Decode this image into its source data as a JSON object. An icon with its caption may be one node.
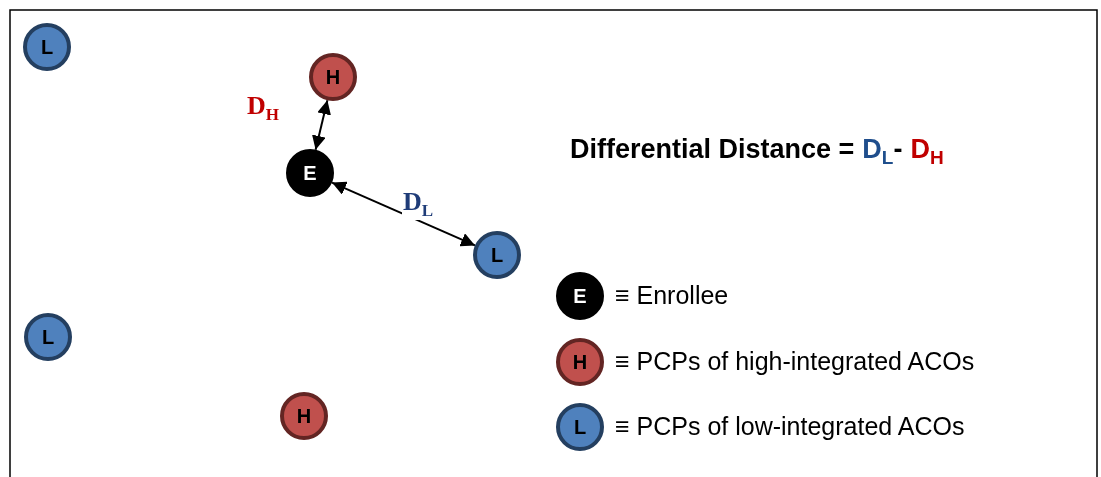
{
  "diagram": {
    "nodes": [
      {
        "text": [
          "L"
        ]
      },
      {
        "text": [
          "H"
        ]
      },
      {
        "text": [
          "E"
        ]
      },
      {
        "text": [
          "L"
        ]
      },
      {
        "text": [
          "L"
        ]
      },
      {
        "text": [
          "H"
        ]
      }
    ],
    "edges": [
      {
        "from": 2,
        "to": 1,
        "arrow": "both",
        "label": "D$_{H}$"
      },
      {
        "from": 2,
        "to": 3,
        "arrow": "both",
        "label": "D$_{L}$"
      }
    ],
    "labels": [
      "Differential Distance =",
      "D$_{L}$",
      "-",
      "D$_{H}$",
      "E",
      "H",
      "L"
    ],
    "legend": [
      {
        "text": "≡ Enrollee"
      },
      {
        "text": "≡ PCPs of high-integrated ACOs"
      },
      {
        "text": "≡ PCPs of low-integrated ACOs"
      }
    ]
  }
}
